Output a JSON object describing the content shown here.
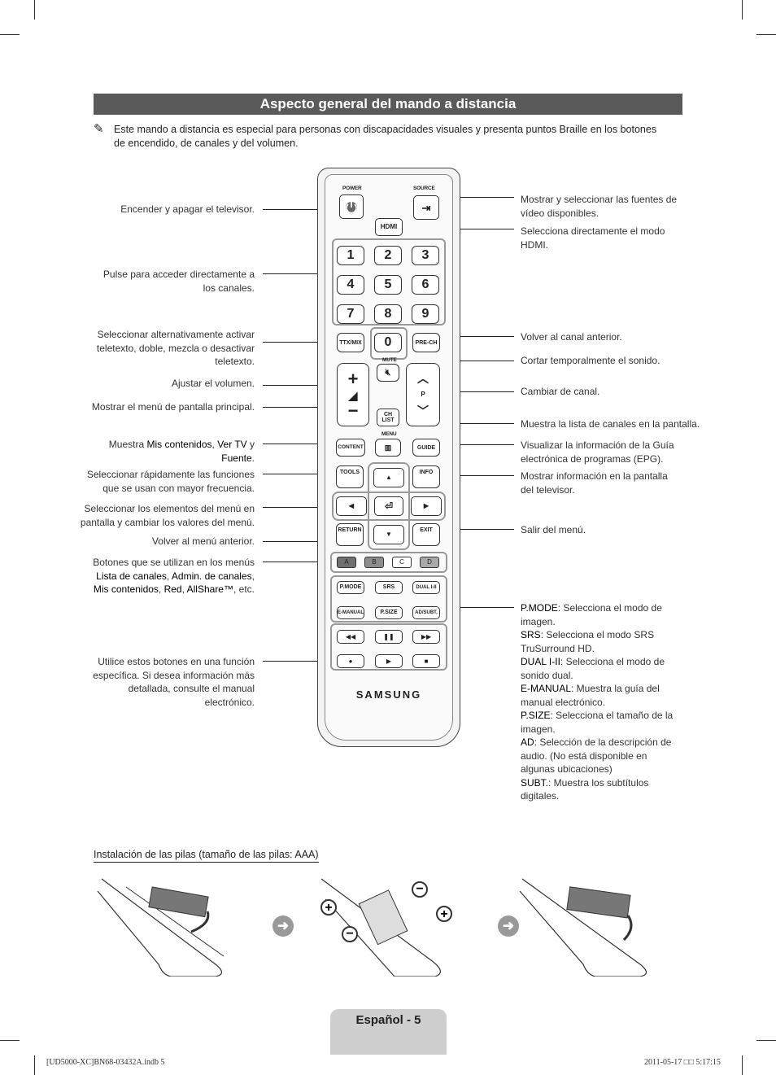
{
  "title": "Aspecto general del mando a distancia",
  "note": "Este mando a distancia es especial para personas con discapacidades visuales y presenta puntos Braille en los botones de encendido, de canales y del volumen.",
  "left_labels": {
    "power": "Encender y apagar el televisor.",
    "numbers": "Pulse para acceder directamente a los canales.",
    "ttx": "Seleccionar alternativamente activar teletexto, doble, mezcla o desactivar teletexto.",
    "volume": "Ajustar el volumen.",
    "menu": "Mostrar el menú de pantalla principal.",
    "content_pre": "Muestra ",
    "content_b1": "Mis contenidos",
    "content_mid": ", ",
    "content_b2": "Ver TV",
    "content_mid2": " y ",
    "content_b3": "Fuente",
    "content_end": ".",
    "tools": "Seleccionar rápidamente las funciones que se usan con mayor frecuencia.",
    "nav": "Seleccionar los elementos del menú en pantalla y cambiar los valores del menú.",
    "return": "Volver al menú anterior.",
    "color_pre": "Botones que se utilizan en los menús ",
    "color_b1": "Lista de canales",
    "color_s1": ", ",
    "color_b2": "Admin. de canales",
    "color_s2": ", ",
    "color_b3": "Mis contenidos",
    "color_s3": ", ",
    "color_b4": "Red",
    "color_s4": ", ",
    "color_b5": "AllShare™",
    "color_end": ", etc.",
    "media": "Utilice estos botones en una función específica. Si desea información más detallada, consulte el manual electrónico."
  },
  "right_labels": {
    "source": "Mostrar y seleccionar las fuentes de vídeo disponibles.",
    "hdmi": "Selecciona directamente el modo HDMI.",
    "prech": "Volver al canal anterior.",
    "mute": "Cortar temporalmente el sonido.",
    "channel": "Cambiar de canal.",
    "chlist": "Muestra la lista de canales en la pantalla.",
    "guide": "Visualizar la información de la Guía electrónica de programas (EPG).",
    "info": "Mostrar información en la pantalla del televisor.",
    "exit": "Salir del menú."
  },
  "func_list": [
    {
      "key": "P.MODE",
      "text": ": Selecciona el modo de imagen."
    },
    {
      "key": "SRS",
      "text": ": Selecciona el modo SRS TruSurround HD."
    },
    {
      "key": "DUAL I-II",
      "text": ": Selecciona el modo de sonido dual."
    },
    {
      "key": "E-MANUAL",
      "text": ": Muestra la guía del manual electrónico."
    },
    {
      "key": "P.SIZE",
      "text": ": Selecciona el tamaño de la imagen."
    },
    {
      "key": "AD",
      "text": ": Selección de la descripción de audio. (No está disponible en algunas ubicaciones)"
    },
    {
      "key": "SUBT.",
      "text": ": Muestra los subtítulos digitales."
    }
  ],
  "remote": {
    "power": "POWER",
    "source": "SOURCE",
    "hdmi": "HDMI",
    "nums": [
      "1",
      "2",
      "3",
      "4",
      "5",
      "6",
      "7",
      "8",
      "9"
    ],
    "zero": "0",
    "ttx": "TTX/MIX",
    "prech": "PRE-CH",
    "mute": "MUTE",
    "p": "P",
    "chlist": "CH LIST",
    "menu": "MENU",
    "content": "CONTENT",
    "guide": "GUIDE",
    "tools": "TOOLS",
    "info": "INFO",
    "return": "RETURN",
    "exit": "EXIT",
    "colors": [
      "A",
      "B",
      "C",
      "D"
    ],
    "pmode": "P.MODE",
    "srs": "SRS",
    "dual": "DUAL I-II",
    "emanual": "E-MANUAL",
    "psize": "P.SIZE",
    "adsubt": "AD/SUBT.",
    "brand": "SAMSUNG"
  },
  "batteries_title": "Instalación de las pilas (tamaño de las pilas: AAA)",
  "page_label": "Español - 5",
  "footer_left": "[UD5000-XC]BN68-03432A.indb   5",
  "footer_right": "2011-05-17   □□ 5:17:15",
  "colors": {
    "title_bg": "#5a5a5a",
    "page_tab": "#cfcfcf",
    "color_a": "#707070",
    "color_b": "#8c8c8c",
    "color_c": "#ffffff",
    "color_d": "#a9a9a9"
  }
}
